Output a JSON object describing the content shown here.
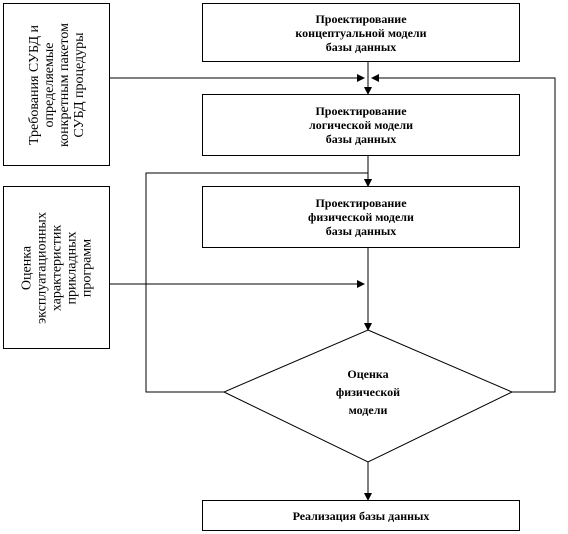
{
  "boxes": {
    "conceptual": "Проектирование\nконцептуальной модели\nбазы данных",
    "logical": "Проектирование\nлогической модели\nбазы данных",
    "physical": "Проектирование\nфизической модели\nбазы данных",
    "realization": "Реализация базы данных"
  },
  "decision": {
    "label": "Оценка\nфизической\nмодели"
  },
  "inputs": {
    "dbms_requirements": "Требования СУБД и\nопределяемые\nконкретным пакетом\nСУБД процедуры",
    "performance_evaluation": "Оценка\nэксплуатационных\nхарактеристик\nприкладных\nпрограмм"
  }
}
